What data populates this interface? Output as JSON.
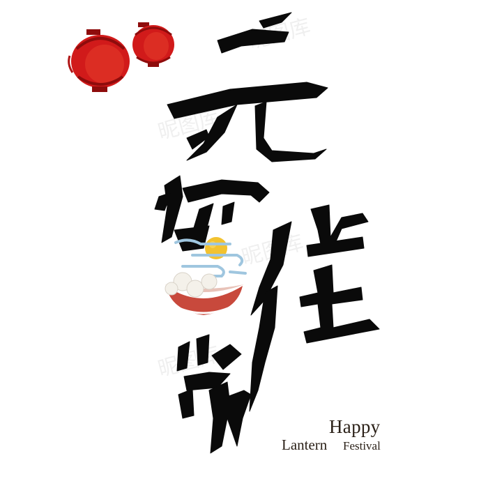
{
  "calligraphy_title": "元宵佳节",
  "english_title": {
    "word1": "Happy",
    "word2": "Lantern",
    "word3": "Festival"
  },
  "watermark_text": "昵图库",
  "colors": {
    "ink": "#0a0a0a",
    "lantern_red": "#d11a1a",
    "lantern_dark": "#8e0c0c",
    "moon_yellow": "#f2c230",
    "cloud_blue": "#9fc6df",
    "bowl_red": "#c8493c",
    "english_text": "#2b2118"
  },
  "icons": [
    "red-lantern-icon",
    "moon-icon",
    "cloud-icon",
    "tangyuan-bowl-icon"
  ]
}
